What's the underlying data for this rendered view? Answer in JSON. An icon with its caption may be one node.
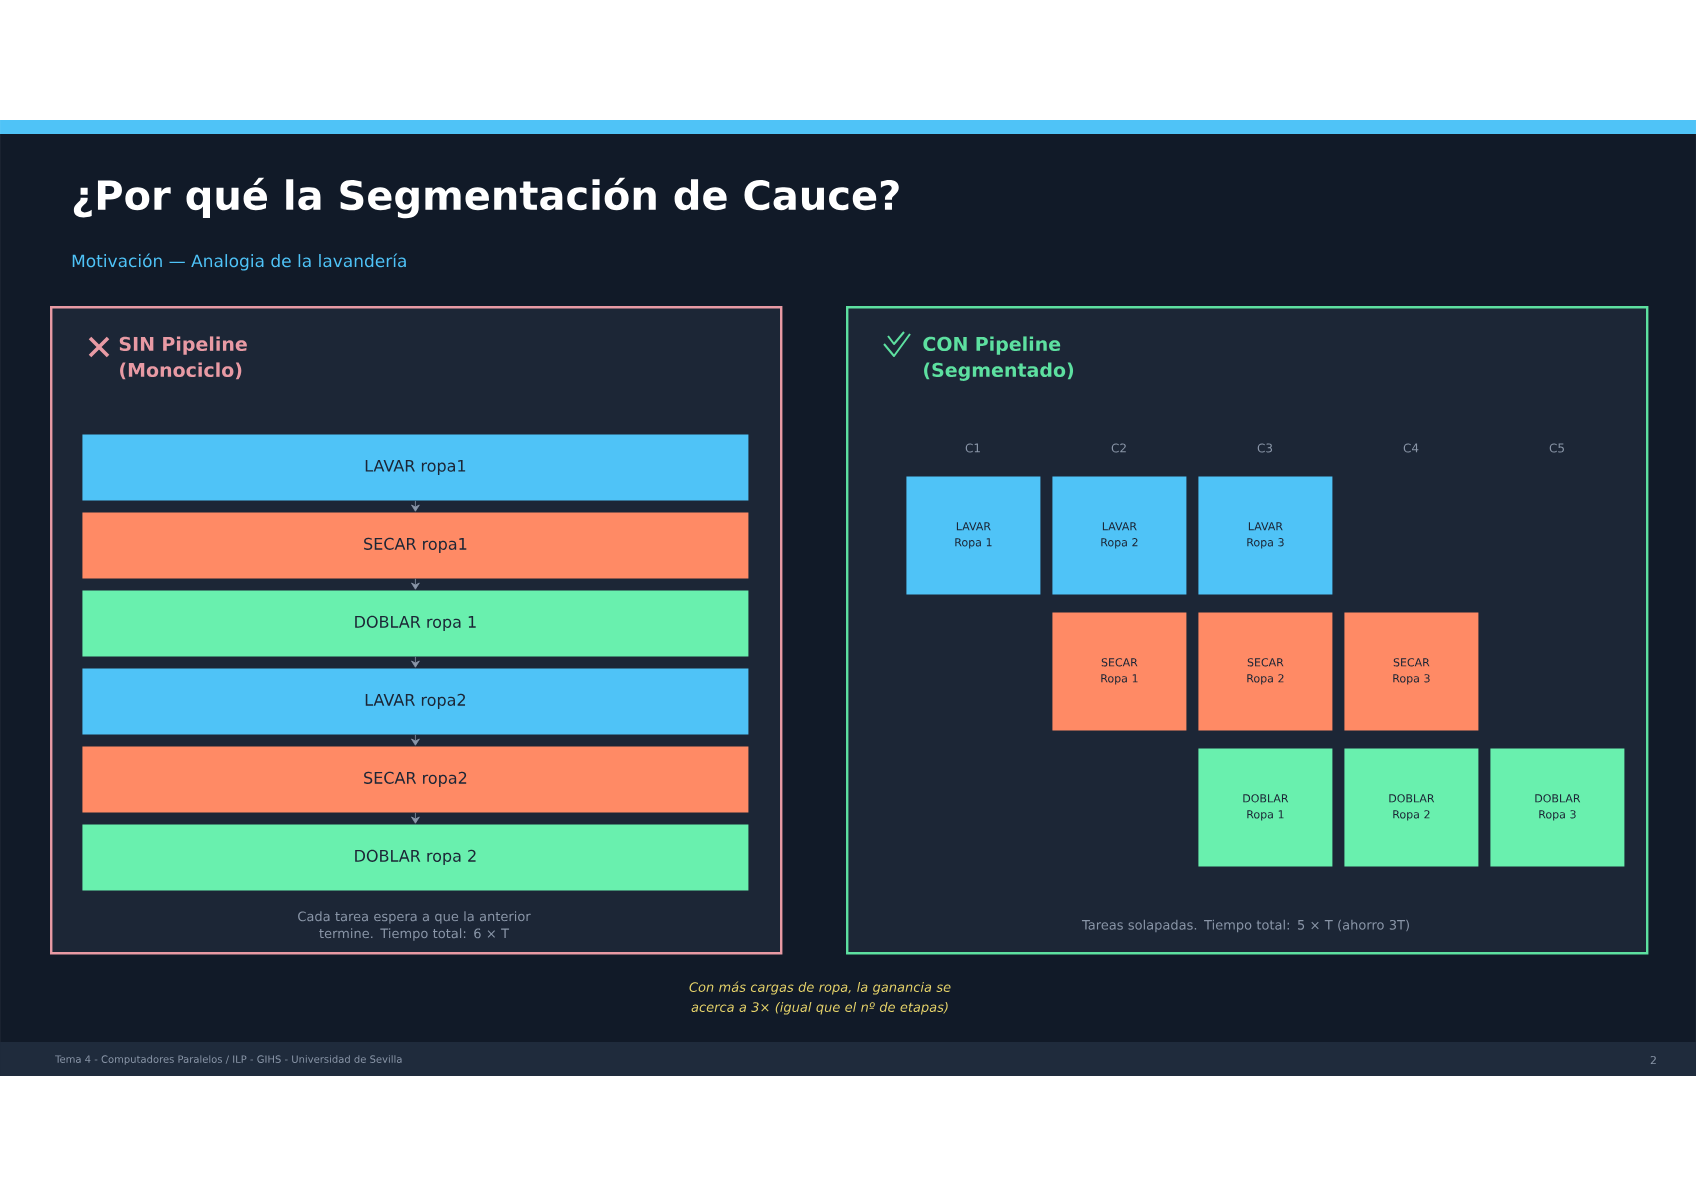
{
  "diagram": {
    "title": "¿Por qué la Segmentación de Cauce?",
    "nodes": [
      {
        "text": [
          "SIN Pipeline (Monociclo)"
        ],
        "beside": [
          "Cada tarea espera a que la anterior termine. Tiempo total: 6 × T"
        ]
      },
      {
        "text": [
          "LAVAR ropa1"
        ],
        "in": 0
      },
      {
        "text": [
          "SECAR ropa1"
        ],
        "in": 0
      },
      {
        "text": [
          "DOBLAR ropa 1"
        ],
        "in": 0
      },
      {
        "text": [
          "LAVAR ropa2"
        ],
        "in": 0
      },
      {
        "text": [
          "SECAR ropa2"
        ],
        "in": 0
      },
      {
        "text": [
          "DOBLAR ropa 2"
        ],
        "in": 0
      },
      {
        "text": [
          "CON Pipeline (Segmentado)"
        ],
        "beside": [
          "Tareas solapadas. Tiempo total: 5 × T (ahorro 3T)"
        ]
      },
      {
        "text": [
          "LAVAR Ropa 1"
        ],
        "in": 7
      },
      {
        "text": [
          "LAVAR Ropa 2"
        ],
        "in": 7
      },
      {
        "text": [
          "LAVAR Ropa 3"
        ],
        "in": 7
      },
      {
        "text": [
          "SECAR Ropa 1"
        ],
        "in": 7
      },
      {
        "text": [
          "SECAR Ropa 2"
        ],
        "in": 7
      },
      {
        "text": [
          "SECAR Ropa 3"
        ],
        "in": 7
      },
      {
        "text": [
          "DOBLAR Ropa 1"
        ],
        "in": 7
      },
      {
        "text": [
          "DOBLAR Ropa 2"
        ],
        "in": 7
      },
      {
        "text": [
          "DOBLAR Ropa 3"
        ],
        "in": 7
      }
    ],
    "edges": [
      {
        "from": 1,
        "to": 2,
        "arrow": "to"
      },
      {
        "from": 2,
        "to": 3,
        "arrow": "to"
      },
      {
        "from": 3,
        "to": 4,
        "arrow": "to"
      },
      {
        "from": 4,
        "to": 5,
        "arrow": "to"
      },
      {
        "from": 5,
        "to": 6,
        "arrow": "to"
      }
    ],
    "labels": [
      "Motivación — Analogia de la lavandería",
      "C1",
      "C2",
      "C3",
      "C4",
      "C5",
      "Con más cargas de ropa, la ganancia se acerca a 3× (igual que el nº de etapas)",
      "Tema 4 - Computadores Paralelos / ILP - GIHS - Universidad de Sevilla",
      "2"
    ]
  }
}
